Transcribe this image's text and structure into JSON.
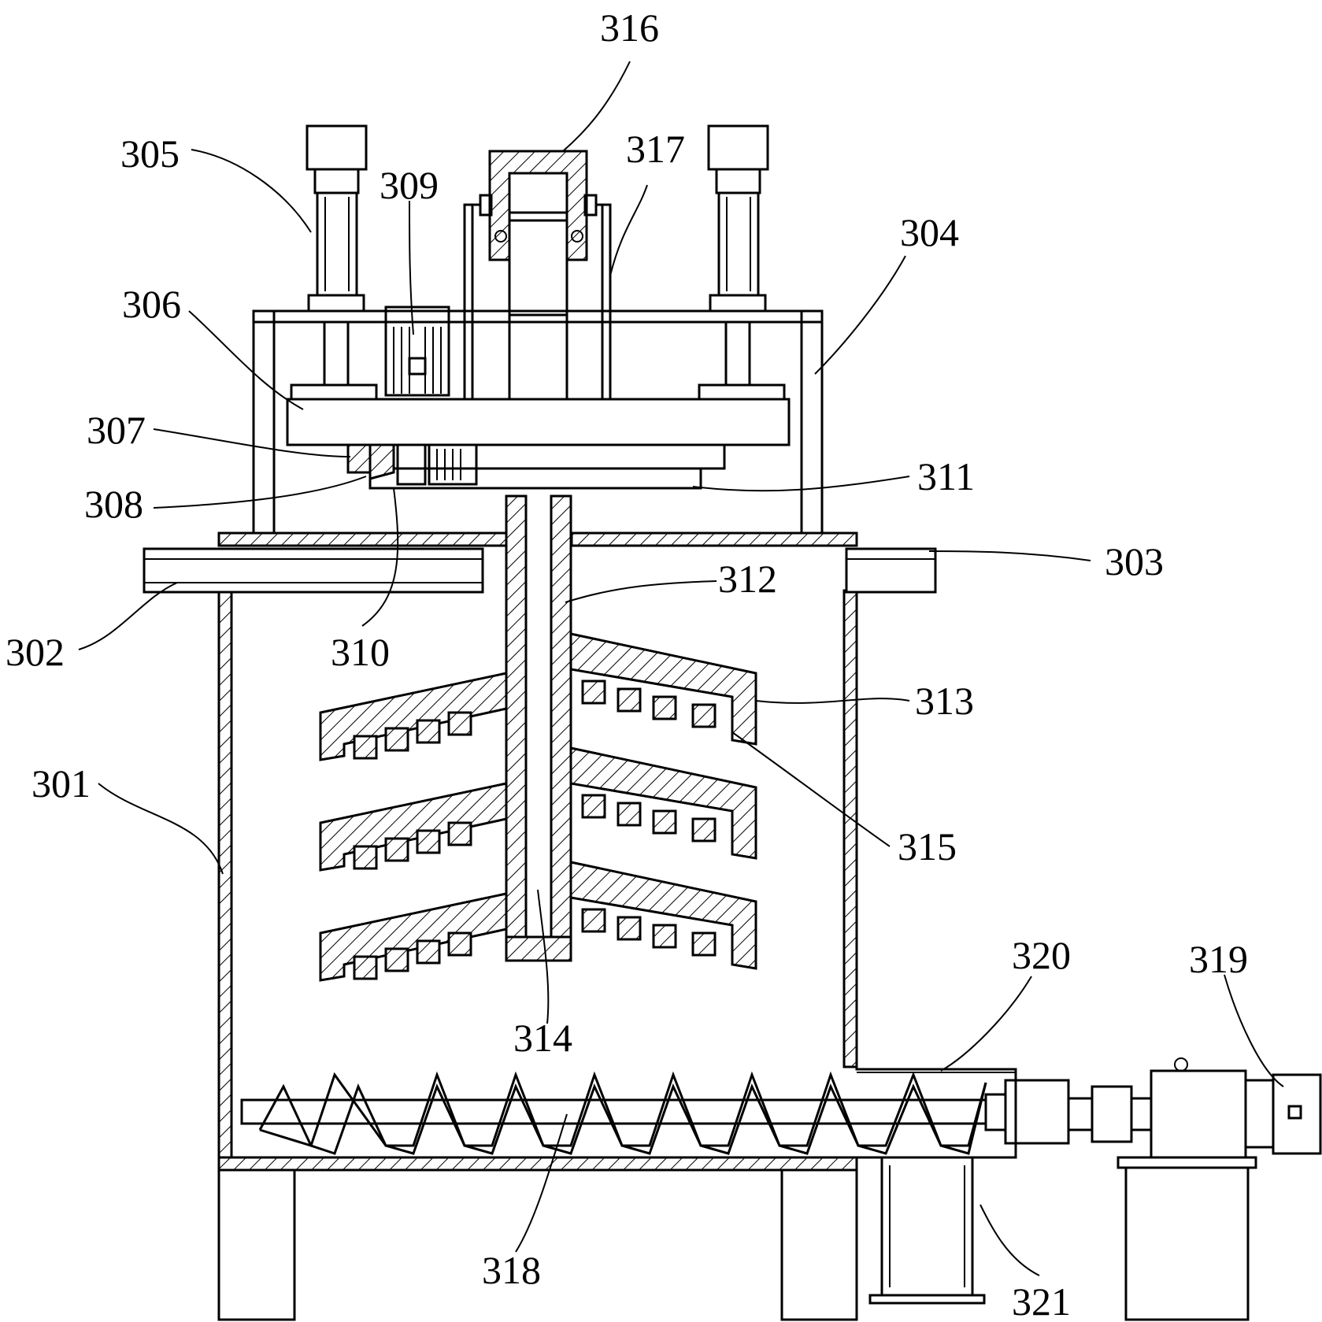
{
  "labels": {
    "l301": "301",
    "l302": "302",
    "l303": "303",
    "l304": "304",
    "l305": "305",
    "l306": "306",
    "l307": "307",
    "l308": "308",
    "l309": "309",
    "l310": "310",
    "l311": "311",
    "l312": "312",
    "l313": "313",
    "l314": "314",
    "l315": "315",
    "l316": "316",
    "l317": "317",
    "l318": "318",
    "l319": "319",
    "l320": "320",
    "l321": "321"
  }
}
